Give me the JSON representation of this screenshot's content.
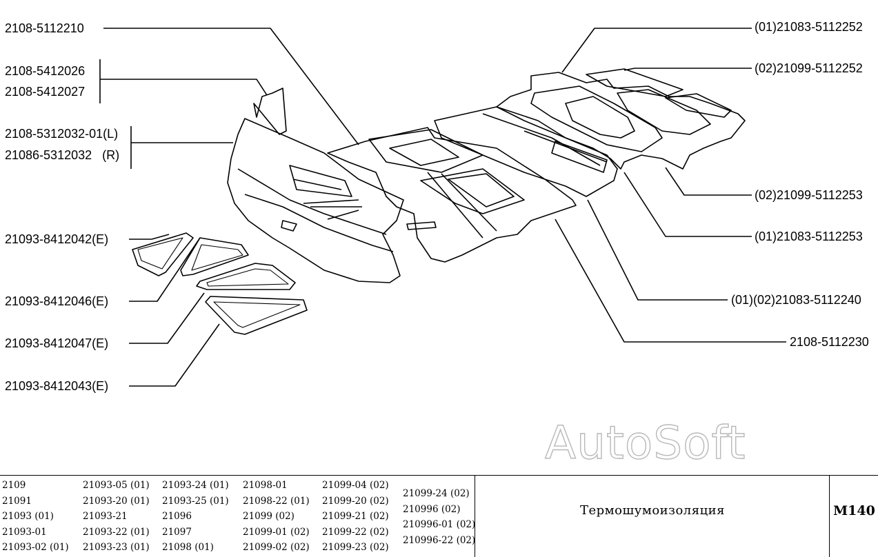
{
  "labels": {
    "l1": "2108-5112210",
    "l2": "2108-5412026",
    "l3": "2108-5412027",
    "l4": "2108-5312032-01(L)",
    "l5": "21086-5312032   (R)",
    "l6": "21093-8412042(E)",
    "l7": "21093-8412046(E)",
    "l8": "21093-8412047(E)",
    "l9": "21093-8412043(E)",
    "r1": "(01)21083-5112252",
    "r2": "(02)21099-5112252",
    "r3": "(02)21099-5112253",
    "r4": "(01)21083-5112253",
    "r5": "(01)(02)21083-5112240",
    "r6": "2108-5112230"
  },
  "watermark": "AutoSoft",
  "footer": {
    "models": [
      [
        "2109",
        "21091",
        "21093 (01)",
        "21093-01",
        "21093-02 (01)"
      ],
      [
        "21093-05 (01)",
        "21093-20 (01)",
        "21093-21",
        "21093-22 (01)",
        "21093-23 (01)"
      ],
      [
        "21093-24 (01)",
        "21093-25 (01)",
        "21096",
        "21097",
        "21098 (01)"
      ],
      [
        "21098-01",
        "21098-22 (01)",
        "21099 (02)",
        "21099-01 (02)",
        "21099-02 (02)"
      ],
      [
        "21099-04 (02)",
        "21099-20 (02)",
        "21099-21 (02)",
        "21099-22 (02)",
        "21099-23 (02)"
      ],
      [
        "21099-24 (02)",
        "210996 (02)",
        "210996-01 (02)",
        "210996-22 (02)"
      ]
    ],
    "title": "Термошумоизоляция",
    "code": "M140"
  }
}
